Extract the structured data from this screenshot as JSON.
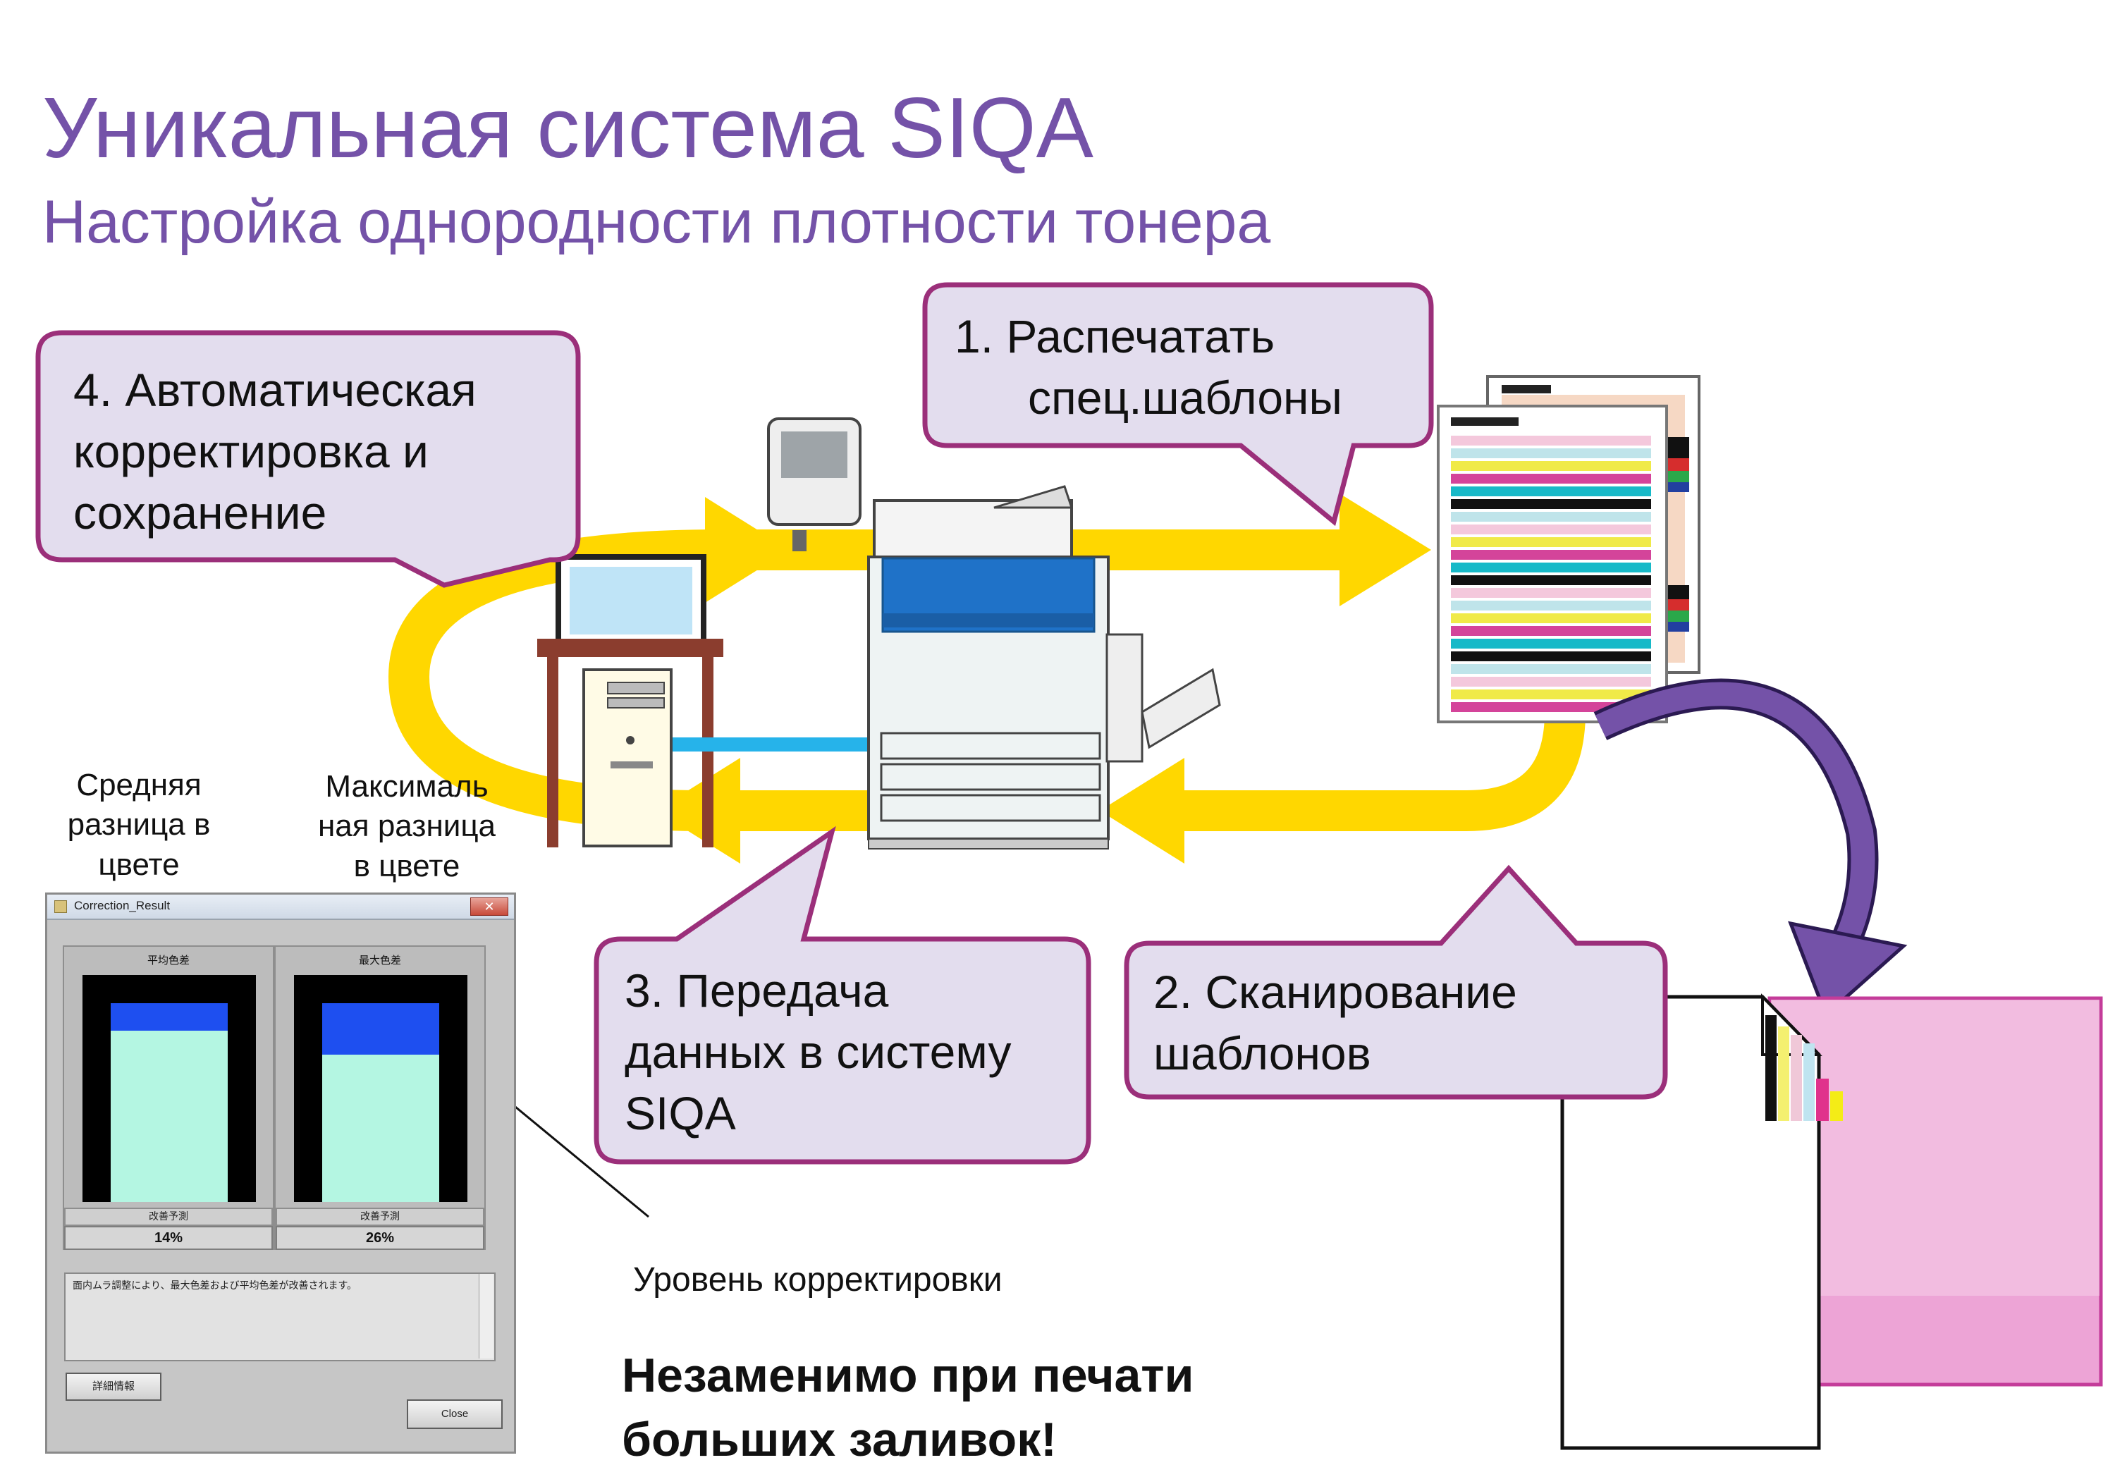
{
  "header": {
    "title": "Уникальная система SIQA",
    "subtitle": "Настройка однородности плотности тонера"
  },
  "steps": {
    "step1": {
      "line1": "1. Распечатать",
      "line2": "спец.шаблоны"
    },
    "step2": {
      "line1": "2. Сканирование",
      "line2": "шаблонов"
    },
    "step3": {
      "line1": "3. Передача",
      "line2": "данных в систему",
      "line3": "SIQA"
    },
    "step4": {
      "line1": "4. Автоматическая",
      "line2": "корректировка и",
      "line3": "сохранение"
    }
  },
  "labels": {
    "avg_diff": {
      "line1": "Средняя",
      "line2": "разница в",
      "line3": "цвете"
    },
    "max_diff": {
      "line1": "Максималь",
      "line2": "ная разница",
      "line3": "в цвете"
    },
    "correction_level": "Уровень корректировки"
  },
  "footer": {
    "line1": "Незаменимо при печати",
    "line2": "больших заливок!"
  },
  "correction_window": {
    "title": "Correction_Result",
    "close_glyph": "✕",
    "panels": [
      {
        "header": "平均色差",
        "prediction_label": "改善予測",
        "value": "14%",
        "improvement_fraction": 0.14
      },
      {
        "header": "最大色差",
        "prediction_label": "改善予測",
        "value": "26%",
        "improvement_fraction": 0.26
      }
    ],
    "message": "面内ムラ調整により、最大色差および平均色差が改善されます。",
    "details_button": "詳細情報",
    "close_button": "Close"
  },
  "colors": {
    "title": "#7452a8",
    "bubble_fill": "#e3ddee",
    "bubble_border": "#9b2f7a",
    "flow_arrow": "#ffd700",
    "curve_arrow": "#7452a8",
    "correction_fill": "#1e4ff0",
    "base_fill": "#b4f6e2"
  }
}
